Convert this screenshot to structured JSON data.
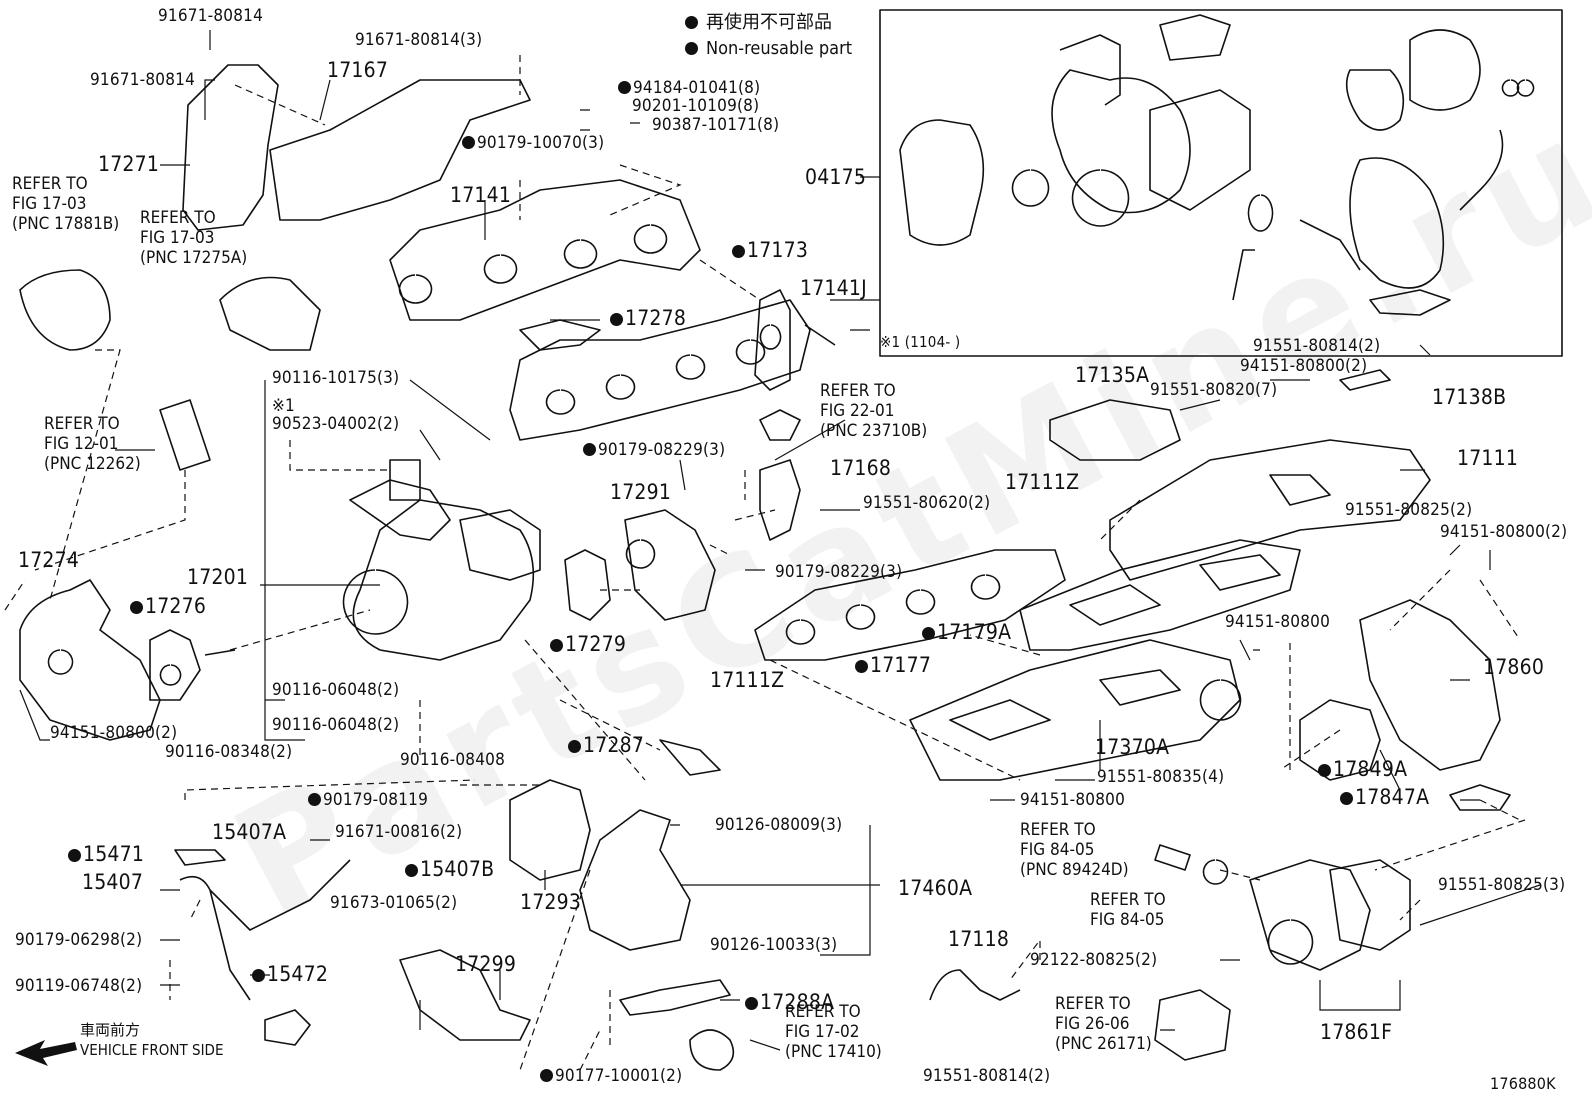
{
  "legend": {
    "jp": "再使用不可部品",
    "en": "Non-reusable part"
  },
  "watermark": "PartsCatMine.ru",
  "inset": {
    "note": "※1 (1104-      )"
  },
  "front_note": {
    "jp": "車両前方",
    "en": "VEHICLE FRONT SIDE"
  },
  "figure_code": "176880K",
  "part_labels": [
    {
      "id": "p01",
      "text": "91671-80814",
      "dot": false,
      "big": false
    },
    {
      "id": "p02",
      "text": "91671-80814(3)",
      "dot": false,
      "big": false
    },
    {
      "id": "p03",
      "text": "91671-80814",
      "dot": false,
      "big": false
    },
    {
      "id": "p04",
      "text": "17167",
      "dot": false,
      "big": true
    },
    {
      "id": "p05",
      "text": "17271",
      "dot": false,
      "big": true
    },
    {
      "id": "p06",
      "text": "94184-01041(8)",
      "dot": true,
      "big": false
    },
    {
      "id": "p07",
      "text": "90201-10109(8)",
      "dot": false,
      "big": false
    },
    {
      "id": "p08",
      "text": "90387-10171(8)",
      "dot": false,
      "big": false
    },
    {
      "id": "p09",
      "text": "90179-10070(3)",
      "dot": true,
      "big": false
    },
    {
      "id": "p10",
      "text": "17141",
      "dot": false,
      "big": true
    },
    {
      "id": "p11",
      "text": "17173",
      "dot": true,
      "big": true
    },
    {
      "id": "p12",
      "text": "17141J",
      "dot": false,
      "big": true
    },
    {
      "id": "p13",
      "text": "17278",
      "dot": true,
      "big": true
    },
    {
      "id": "p14",
      "text": "04175",
      "dot": false,
      "big": true
    },
    {
      "id": "p15",
      "text": "90116-10175(3)",
      "dot": false,
      "big": false
    },
    {
      "id": "p16",
      "text": "※1",
      "dot": false,
      "big": false
    },
    {
      "id": "p17",
      "text": "90523-04002(2)",
      "dot": false,
      "big": false
    },
    {
      "id": "p18",
      "text": "90179-08229(3)",
      "dot": true,
      "big": false
    },
    {
      "id": "p19",
      "text": "17168",
      "dot": false,
      "big": true
    },
    {
      "id": "p20",
      "text": "17291",
      "dot": false,
      "big": true
    },
    {
      "id": "p21",
      "text": "91551-80620(2)",
      "dot": false,
      "big": false
    },
    {
      "id": "p22",
      "text": "17111Z",
      "dot": false,
      "big": true
    },
    {
      "id": "p23",
      "text": "17135A",
      "dot": false,
      "big": true
    },
    {
      "id": "p24",
      "text": "91551-80820(7)",
      "dot": false,
      "big": false
    },
    {
      "id": "p25",
      "text": "91551-80814(2)",
      "dot": false,
      "big": false
    },
    {
      "id": "p26",
      "text": "94151-80800(2)",
      "dot": false,
      "big": false
    },
    {
      "id": "p27",
      "text": "17138B",
      "dot": false,
      "big": true
    },
    {
      "id": "p28",
      "text": "17111",
      "dot": false,
      "big": true
    },
    {
      "id": "p29",
      "text": "91551-80825(2)",
      "dot": false,
      "big": false
    },
    {
      "id": "p30",
      "text": "94151-80800(2)",
      "dot": false,
      "big": false
    },
    {
      "id": "p31",
      "text": "17274",
      "dot": false,
      "big": true
    },
    {
      "id": "p32",
      "text": "17201",
      "dot": false,
      "big": true
    },
    {
      "id": "p33",
      "text": "17276",
      "dot": true,
      "big": true
    },
    {
      "id": "p34",
      "text": "90179-08229(3)",
      "dot": false,
      "big": false
    },
    {
      "id": "p35",
      "text": "17279",
      "dot": true,
      "big": true
    },
    {
      "id": "p36",
      "text": "17179A",
      "dot": true,
      "big": true
    },
    {
      "id": "p37",
      "text": "94151-80800",
      "dot": false,
      "big": false
    },
    {
      "id": "p38",
      "text": "17177",
      "dot": true,
      "big": true
    },
    {
      "id": "p39",
      "text": "17111Z",
      "dot": false,
      "big": true
    },
    {
      "id": "p40",
      "text": "17860",
      "dot": false,
      "big": true
    },
    {
      "id": "p41",
      "text": "90116-06048(2)",
      "dot": false,
      "big": false
    },
    {
      "id": "p42",
      "text": "90116-06048(2)",
      "dot": false,
      "big": false
    },
    {
      "id": "p43",
      "text": "94151-80800(2)",
      "dot": false,
      "big": false
    },
    {
      "id": "p44",
      "text": "90116-08348(2)",
      "dot": false,
      "big": false
    },
    {
      "id": "p45",
      "text": "90116-08408",
      "dot": false,
      "big": false
    },
    {
      "id": "p46",
      "text": "17287",
      "dot": true,
      "big": true
    },
    {
      "id": "p47",
      "text": "17370A",
      "dot": false,
      "big": true
    },
    {
      "id": "p48",
      "text": "17849A",
      "dot": true,
      "big": true
    },
    {
      "id": "p49",
      "text": "91551-80835(4)",
      "dot": false,
      "big": false
    },
    {
      "id": "p50",
      "text": "90179-08119",
      "dot": true,
      "big": false
    },
    {
      "id": "p51",
      "text": "94151-80800",
      "dot": false,
      "big": false
    },
    {
      "id": "p52",
      "text": "17847A",
      "dot": true,
      "big": true
    },
    {
      "id": "p53",
      "text": "90126-08009(3)",
      "dot": false,
      "big": false
    },
    {
      "id": "p54",
      "text": "15407A",
      "dot": false,
      "big": true
    },
    {
      "id": "p55",
      "text": "91671-00816(2)",
      "dot": false,
      "big": false
    },
    {
      "id": "p56",
      "text": "15471",
      "dot": true,
      "big": true
    },
    {
      "id": "p57",
      "text": "15407B",
      "dot": true,
      "big": true
    },
    {
      "id": "p58",
      "text": "15407",
      "dot": false,
      "big": true
    },
    {
      "id": "p59",
      "text": "17460A",
      "dot": false,
      "big": true
    },
    {
      "id": "p60",
      "text": "17293",
      "dot": false,
      "big": true
    },
    {
      "id": "p61",
      "text": "91673-01065(2)",
      "dot": false,
      "big": false
    },
    {
      "id": "p62",
      "text": "91551-80825(3)",
      "dot": false,
      "big": false
    },
    {
      "id": "p63",
      "text": "90179-06298(2)",
      "dot": false,
      "big": false
    },
    {
      "id": "p64",
      "text": "90126-10033(3)",
      "dot": false,
      "big": false
    },
    {
      "id": "p65",
      "text": "17118",
      "dot": false,
      "big": true
    },
    {
      "id": "p66",
      "text": "17299",
      "dot": false,
      "big": true
    },
    {
      "id": "p67",
      "text": "92122-80825(2)",
      "dot": false,
      "big": false
    },
    {
      "id": "p68",
      "text": "90119-06748(2)",
      "dot": false,
      "big": false
    },
    {
      "id": "p69",
      "text": "15472",
      "dot": true,
      "big": true
    },
    {
      "id": "p70",
      "text": "17288A",
      "dot": true,
      "big": true
    },
    {
      "id": "p71",
      "text": "17861F",
      "dot": false,
      "big": true
    },
    {
      "id": "p72",
      "text": "90177-10001(2)",
      "dot": true,
      "big": false
    },
    {
      "id": "p73",
      "text": "91551-80814(2)",
      "dot": false,
      "big": false
    }
  ],
  "refer_labels": [
    {
      "id": "r01",
      "lines": [
        "REFER TO",
        "FIG 17-03",
        "(PNC 17881B)"
      ]
    },
    {
      "id": "r02",
      "lines": [
        "REFER TO",
        "FIG 17-03",
        "(PNC 17275A)"
      ]
    },
    {
      "id": "r03",
      "lines": [
        "REFER TO",
        "FIG 12-01",
        "(PNC 12262)"
      ]
    },
    {
      "id": "r04",
      "lines": [
        "REFER TO",
        "FIG 22-01",
        "(PNC 23710B)"
      ]
    },
    {
      "id": "r05",
      "lines": [
        "REFER TO",
        "FIG 84-05",
        "(PNC 89424D)"
      ]
    },
    {
      "id": "r06",
      "lines": [
        "REFER TO",
        "FIG 84-05"
      ]
    },
    {
      "id": "r07",
      "lines": [
        "REFER TO",
        "FIG 17-02",
        "(PNC 17410)"
      ]
    },
    {
      "id": "r08",
      "lines": [
        "REFER TO",
        "FIG 26-06",
        "(PNC 26171)"
      ]
    }
  ]
}
